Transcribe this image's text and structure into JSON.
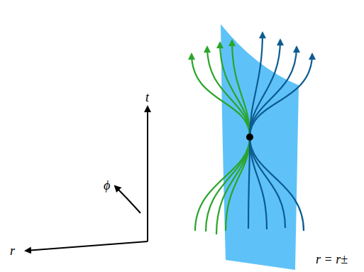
{
  "diagram": {
    "labels": [
      "t",
      "ϕ",
      "r",
      "r = r±"
    ]
  }
}
